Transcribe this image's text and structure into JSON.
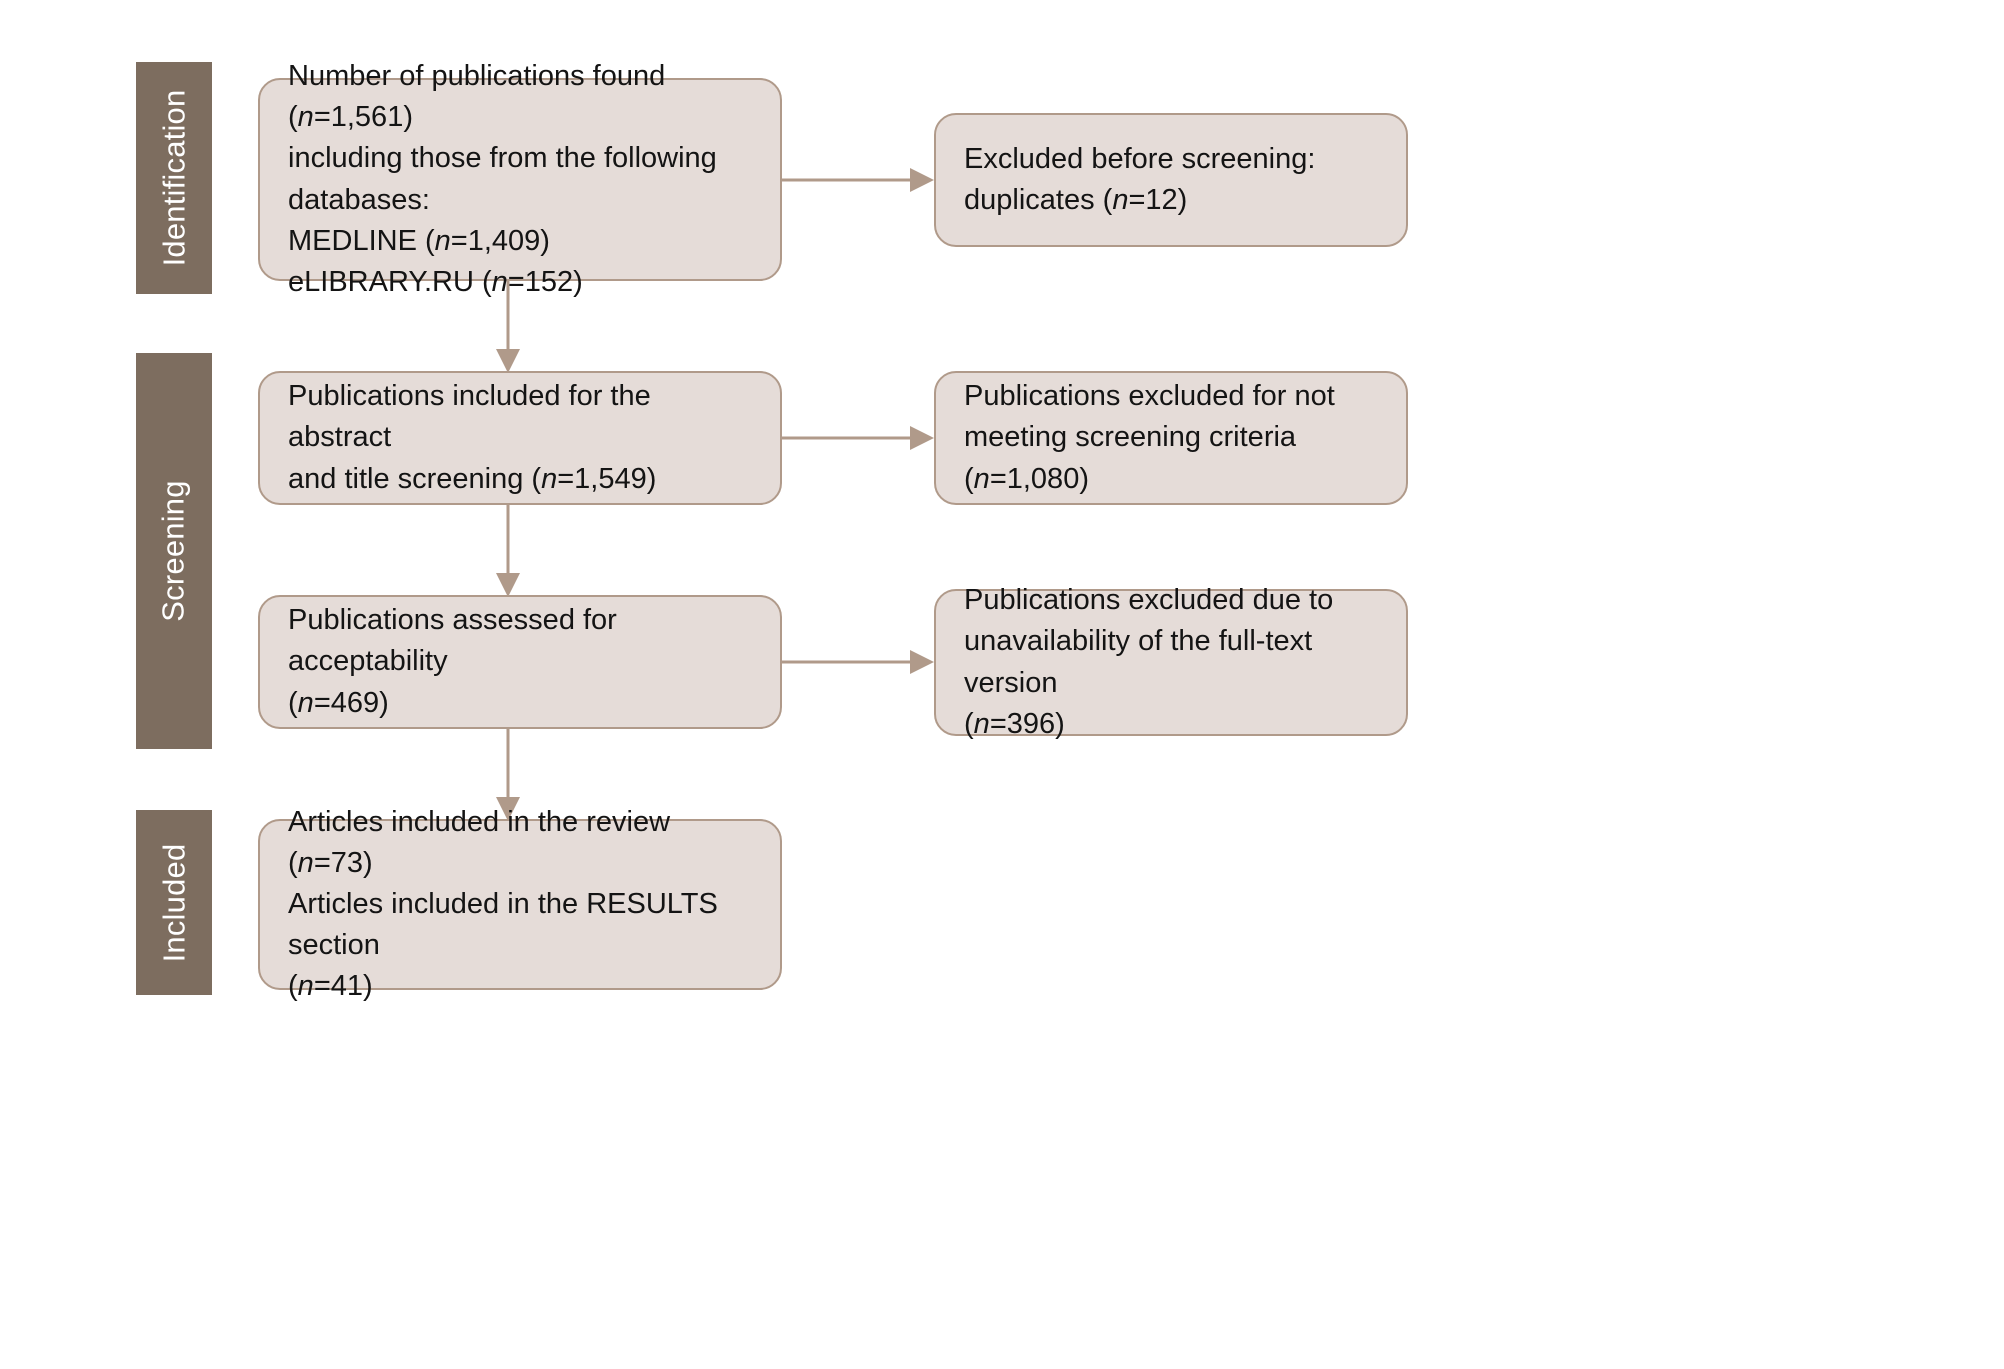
{
  "diagram": {
    "title": "PRISMA study selection flow diagram",
    "colors": {
      "band_fill": "#7d6d5f",
      "band_text": "#ffffff",
      "box_fill": "#e5dcd8",
      "box_border": "#b09a8a",
      "connector": "#b09a8a",
      "text": "#141414",
      "background": "#ffffff"
    }
  },
  "stages": [
    {
      "id": "identification",
      "label": "Identification"
    },
    {
      "id": "screening",
      "label": "Screening"
    },
    {
      "id": "included",
      "label": "Included"
    }
  ],
  "boxes": {
    "identification_found": {
      "lines": [
        {
          "text": "Number of publications found (",
          "n": "n",
          "tail": "=1,561)"
        },
        {
          "text": "including those from the following",
          "n": "",
          "tail": ""
        },
        {
          "text": "databases:",
          "n": "",
          "tail": ""
        },
        {
          "text": "MEDLINE (",
          "n": "n",
          "tail": "=1,409)"
        },
        {
          "text": "eLIBRARY.RU (",
          "n": "n",
          "tail": "=152)"
        }
      ]
    },
    "identification_excluded": {
      "lines": [
        {
          "text": "Excluded before screening:",
          "n": "",
          "tail": ""
        },
        {
          "text": "duplicates (",
          "n": "n",
          "tail": "=12)"
        }
      ]
    },
    "screening_abstract": {
      "lines": [
        {
          "text": "Publications included for the abstract",
          "n": "",
          "tail": ""
        },
        {
          "text": "and title screening (",
          "n": "n",
          "tail": "=1,549)"
        }
      ]
    },
    "screening_excluded_criteria": {
      "lines": [
        {
          "text": "Publications excluded for not",
          "n": "",
          "tail": ""
        },
        {
          "text": "meeting screening criteria (",
          "n": "n",
          "tail": "=1,080)"
        }
      ]
    },
    "screening_acceptability": {
      "lines": [
        {
          "text": "Publications assessed for acceptability",
          "n": "",
          "tail": ""
        },
        {
          "text": "(",
          "n": "n",
          "tail": "=469)"
        }
      ]
    },
    "screening_excluded_fulltext": {
      "lines": [
        {
          "text": "Publications excluded due to",
          "n": "",
          "tail": ""
        },
        {
          "text": "unavailability of the full-text version",
          "n": "",
          "tail": ""
        },
        {
          "text": "(",
          "n": "n",
          "tail": "=396)"
        }
      ]
    },
    "included_articles": {
      "lines": [
        {
          "text": "Articles included in the review (",
          "n": "n",
          "tail": "=73)"
        },
        {
          "text": "Articles included in the RESULTS section",
          "n": "",
          "tail": ""
        },
        {
          "text": "(",
          "n": "n",
          "tail": "=41)"
        }
      ]
    }
  },
  "chart_data": {
    "type": "diagram",
    "title": "PRISMA flow of publication selection",
    "nodes": [
      {
        "id": "found",
        "stage": "Identification",
        "label": "Number of publications found",
        "n": 1561,
        "sources": [
          {
            "name": "MEDLINE",
            "n": 1409
          },
          {
            "name": "eLIBRARY.RU",
            "n": 152
          }
        ]
      },
      {
        "id": "excluded_duplicates",
        "stage": "Identification",
        "label": "Excluded before screening: duplicates",
        "n": 12
      },
      {
        "id": "abstract_screening",
        "stage": "Screening",
        "label": "Publications included for the abstract and title screening",
        "n": 1549
      },
      {
        "id": "excluded_criteria",
        "stage": "Screening",
        "label": "Publications excluded for not meeting screening criteria",
        "n": 1080
      },
      {
        "id": "acceptability",
        "stage": "Screening",
        "label": "Publications assessed for acceptability",
        "n": 469
      },
      {
        "id": "excluded_fulltext",
        "stage": "Screening",
        "label": "Publications excluded due to unavailability of the full-text version",
        "n": 396
      },
      {
        "id": "included_review",
        "stage": "Included",
        "label": "Articles included in the review",
        "n": 73
      },
      {
        "id": "included_results",
        "stage": "Included",
        "label": "Articles included in the RESULTS section",
        "n": 41
      }
    ],
    "edges": [
      {
        "from": "found",
        "to": "excluded_duplicates",
        "direction": "right"
      },
      {
        "from": "found",
        "to": "abstract_screening",
        "direction": "down"
      },
      {
        "from": "abstract_screening",
        "to": "excluded_criteria",
        "direction": "right"
      },
      {
        "from": "abstract_screening",
        "to": "acceptability",
        "direction": "down"
      },
      {
        "from": "acceptability",
        "to": "excluded_fulltext",
        "direction": "right"
      },
      {
        "from": "acceptability",
        "to": "included_review",
        "direction": "down"
      }
    ]
  }
}
